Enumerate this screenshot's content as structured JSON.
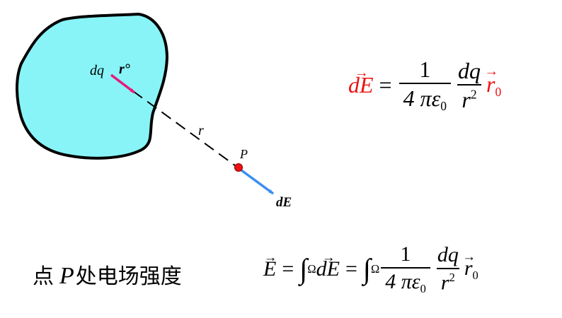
{
  "labels": {
    "dq": "dq",
    "r_unit": "r°",
    "r": "r",
    "P": "P",
    "dE": "dE"
  },
  "equation1": {
    "lhs": "dE",
    "equals": "=",
    "numerator1": "1",
    "denominator1": "4 πε",
    "subscript0": "0",
    "numerator2": "dq",
    "denominator2": "r",
    "superscript2": "2",
    "unit_vector": "r",
    "unit_vector_sub": "0"
  },
  "caption": {
    "prefix": "点",
    "point": "P",
    "suffix": "处电场强度"
  },
  "equation2": {
    "lhs": "E",
    "equals": "=",
    "integral": "∫",
    "domain": "Ω",
    "integrand": "dE",
    "numerator1": "1",
    "denominator1": "4 πε",
    "subscript0": "0",
    "numerator2": "dq",
    "denominator2": "r",
    "superscript2": "2",
    "unit_vector": "r",
    "unit_vector_sub": "0"
  },
  "colors": {
    "blob_fill": "#88f4f7",
    "charge_arrow": "#e8187a",
    "field_arrow": "#3a8ff0",
    "point": "#ee1111",
    "formula_highlight": "#ee1111"
  }
}
